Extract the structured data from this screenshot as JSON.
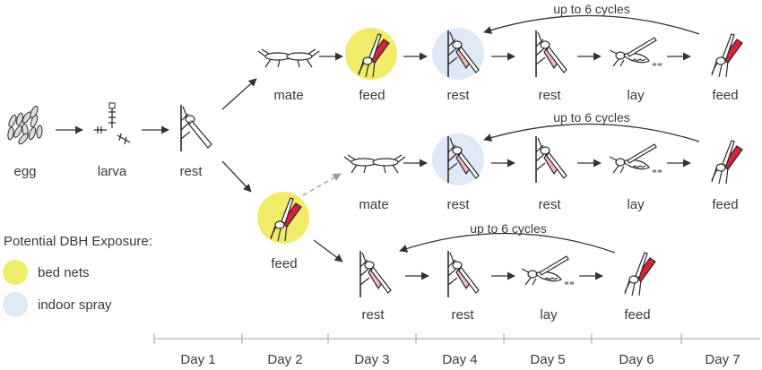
{
  "stages": {
    "egg": "egg",
    "larva": "larva",
    "rest": "rest",
    "mate": "mate",
    "feed": "feed",
    "lay": "lay"
  },
  "cycle_note": "up to 6 cycles",
  "legend": {
    "title": "Potential DBH Exposure:",
    "items": [
      {
        "label": "bed nets",
        "color": "#f0ec6a"
      },
      {
        "label": "indoor spray",
        "color": "#dfe8f7"
      }
    ]
  },
  "timeline": {
    "days": [
      "Day 1",
      "Day 2",
      "Day 3",
      "Day 4",
      "Day 5",
      "Day 6",
      "Day 7"
    ]
  },
  "colors": {
    "bed_nets": "#f0ec6a",
    "indoor_spray": "#dfe8f7",
    "blood": "#d8223a",
    "abdomen_pink": "#f2b7c3",
    "axis": "#b8bfc6"
  }
}
